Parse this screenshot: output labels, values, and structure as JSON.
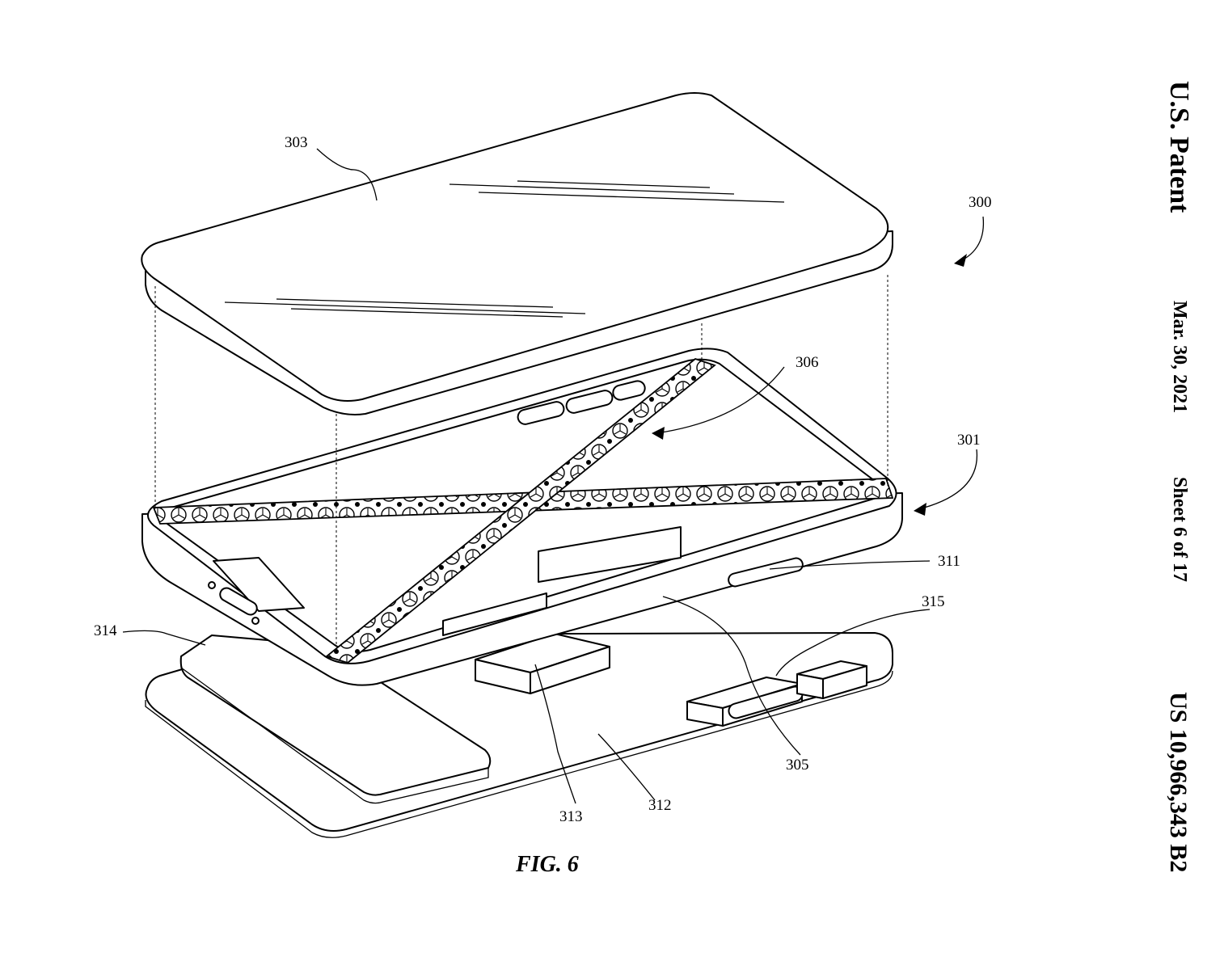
{
  "header": {
    "title": "U.S. Patent",
    "date": "Mar. 30, 2021",
    "sheet": "Sheet 6 of 17",
    "patent_number": "US 10,966,343 B2"
  },
  "figure": {
    "caption": "FIG. 6",
    "labels": {
      "l300": "300",
      "l301": "301",
      "l303": "303",
      "l305": "305",
      "l306": "306",
      "l311": "311",
      "l312": "312",
      "l313": "313",
      "l314": "314",
      "l315": "315"
    }
  }
}
